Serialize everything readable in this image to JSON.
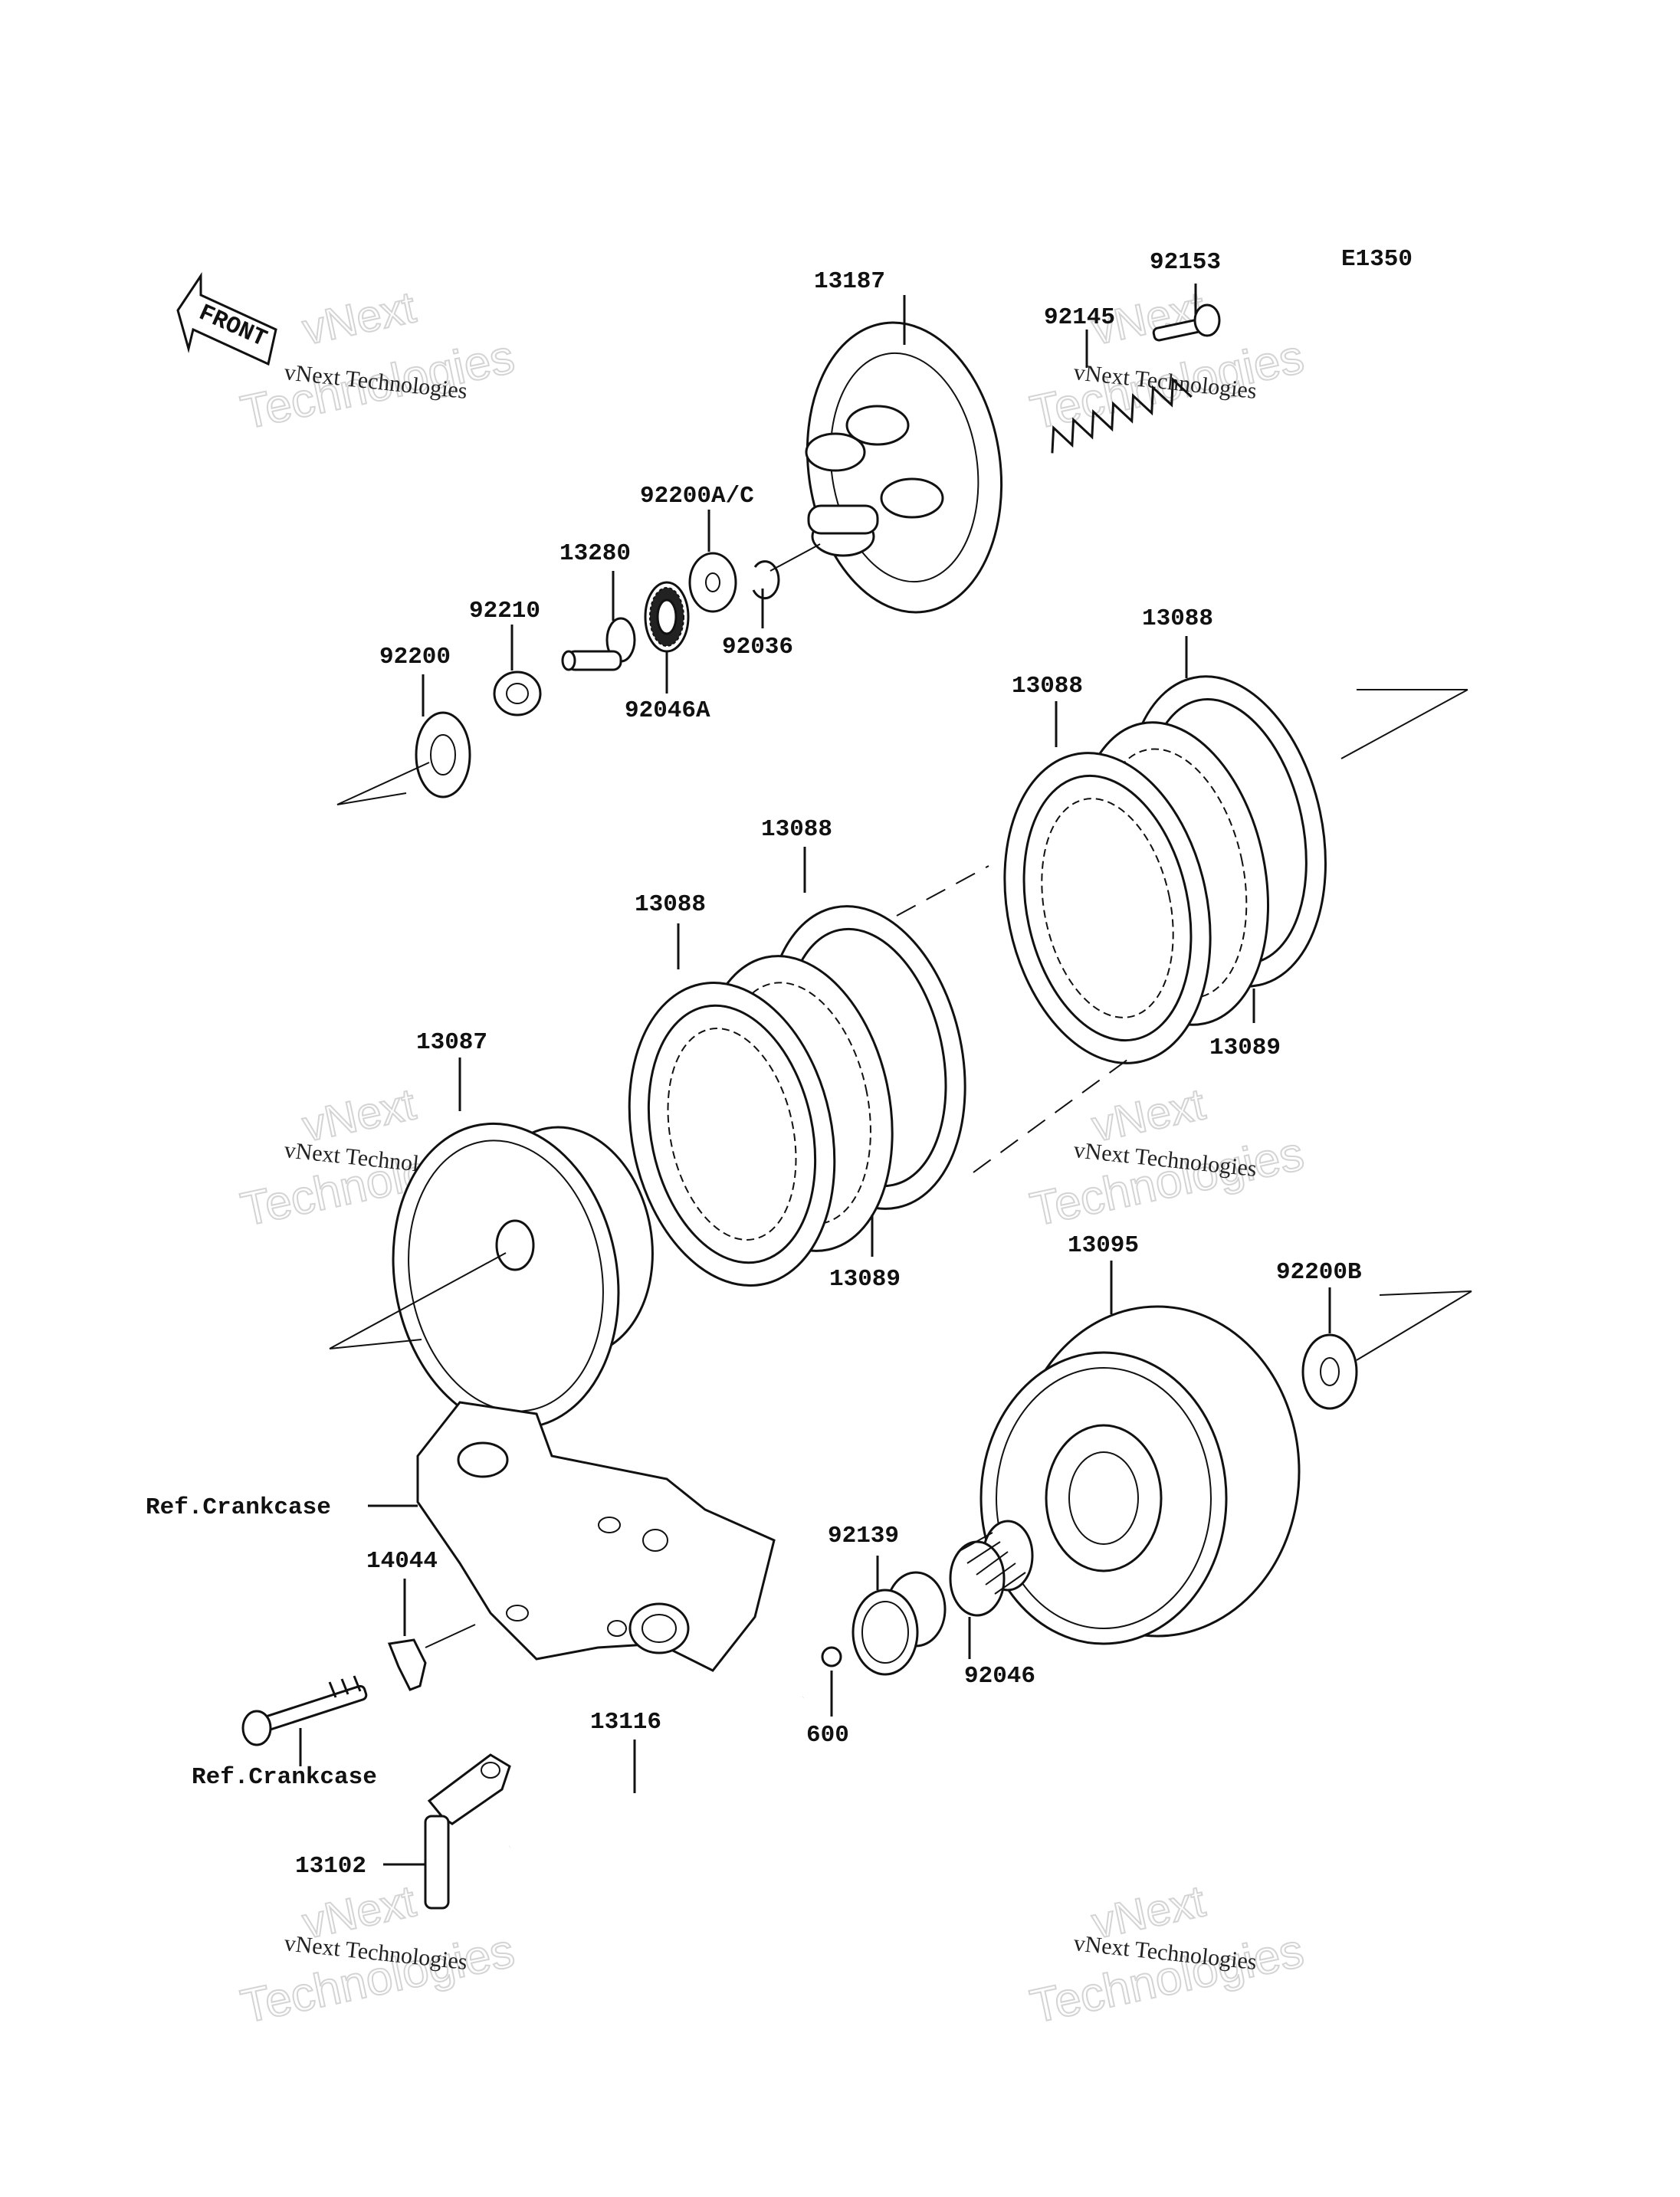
{
  "diagram_code": "E1350",
  "front_label": "FRONT",
  "watermark": {
    "line1": "vNext",
    "line2": "Technologies",
    "caption": "vNext Technologies"
  },
  "parts": {
    "p13187": "13187",
    "p92153": "92153",
    "p92145": "92145",
    "p92200ac": "92200A/C",
    "p13280": "13280",
    "p92210": "92210",
    "p92200": "92200",
    "p92036": "92036",
    "p92046a": "92046A",
    "p13088_a": "13088",
    "p13088_b": "13088",
    "p13088_c": "13088",
    "p13088_d": "13088",
    "p13089_a": "13089",
    "p13089_b": "13089",
    "p13087": "13087",
    "p13095": "13095",
    "p92200b": "92200B",
    "p92139": "92139",
    "p92046": "92046",
    "p600": "600",
    "p14044": "14044",
    "p13116": "13116",
    "p13102": "13102"
  },
  "refs": {
    "crankcase_a": "Ref.Crankcase",
    "crankcase_b": "Ref.Crankcase"
  }
}
